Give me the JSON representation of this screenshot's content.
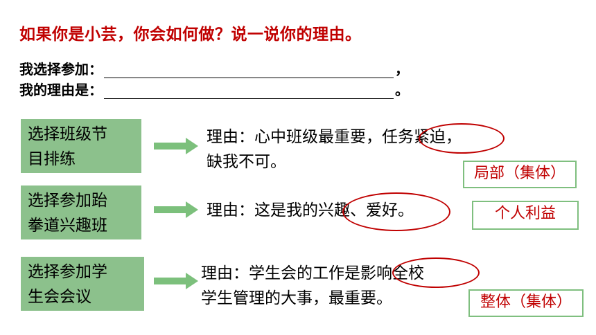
{
  "question": "如果你是小芸，你会如何做？说一说你的理由。",
  "fill_in": [
    {
      "label": "我选择参加：",
      "punct": "，"
    },
    {
      "label": "我的理由是：",
      "punct": "。"
    }
  ],
  "options": [
    {
      "box": [
        "选择班级节",
        "目排练"
      ],
      "reason": [
        "理由：心中班级最重要，任务紧迫，",
        "缺我不可。"
      ],
      "tag": "局部（集体）"
    },
    {
      "box": [
        "选择参加跆",
        "拳道兴趣班"
      ],
      "reason": [
        "理由：这是我的兴趣、爱好。"
      ],
      "tag": "个人利益"
    },
    {
      "box": [
        "选择参加学",
        "生会会议"
      ],
      "reason": [
        "理由：学生会的工作是影响全校",
        "学生管理的大事，最重要。"
      ],
      "tag": "整体（集体）"
    }
  ],
  "colors": {
    "accent": "#c00000",
    "box_fill": "#8cc18c",
    "arrow": "#7cc07c",
    "tag_border": "#7fbf7f"
  }
}
